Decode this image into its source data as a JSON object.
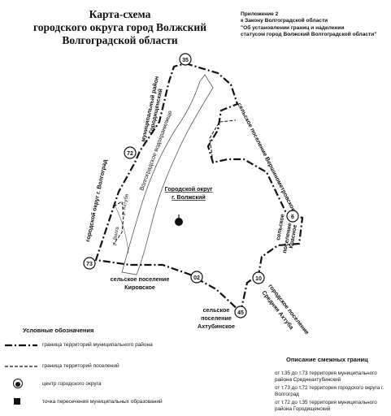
{
  "title": {
    "line1": "Карта-схема",
    "line2": "городского округа город Волжский",
    "line3": "Волгоградской области"
  },
  "annex": {
    "line1": "Приложение 2",
    "line2": "к Закону Волгоградской области",
    "line3": "\"Об установлении границ и наделении",
    "line4": "статусом город Волжский Волгоградской области\""
  },
  "map_labels": {
    "district_gorodishchensky": [
      "муниципальный район",
      "Городищенский"
    ],
    "reservoir": "Волгоградское водохранилище",
    "volgograd": "городской округ г. Волгоград",
    "akhtuba_river": "р. Ахтуба",
    "volga_river": "р. Волга",
    "city": [
      "Городской округ",
      "г. Волжский"
    ],
    "vershinogorodishche": "сельское поселение Вершинометровское",
    "krasnoe": [
      "сельское",
      "поселение",
      "Красное"
    ],
    "kirovskoe": [
      "сельское поселение",
      "Кировское"
    ],
    "sredn_akhtuba": [
      "городское поселение",
      "Средняя Ахтуба"
    ],
    "akhtubinskoe": [
      "сельское",
      "поселение",
      "Ахтубинское"
    ]
  },
  "nodes": [
    "35",
    "72",
    "73",
    "6",
    "10",
    "02",
    "45"
  ],
  "legend": {
    "title": "Условные обозначения",
    "items": [
      "граница территорий муниципального района",
      "граница территорий поселений",
      "центр городского округа",
      "точка пересечения муниципальных образований"
    ]
  },
  "adjacent": {
    "title": "Описание смежных границ",
    "entries": [
      "от т.35 до т.73 территория муниципального района Среднеахтубинский",
      "от т.73 до т.72 территория городского округа г. Волгоград",
      "от т.72 до т.35 территория муниципального района Городищенский"
    ]
  }
}
